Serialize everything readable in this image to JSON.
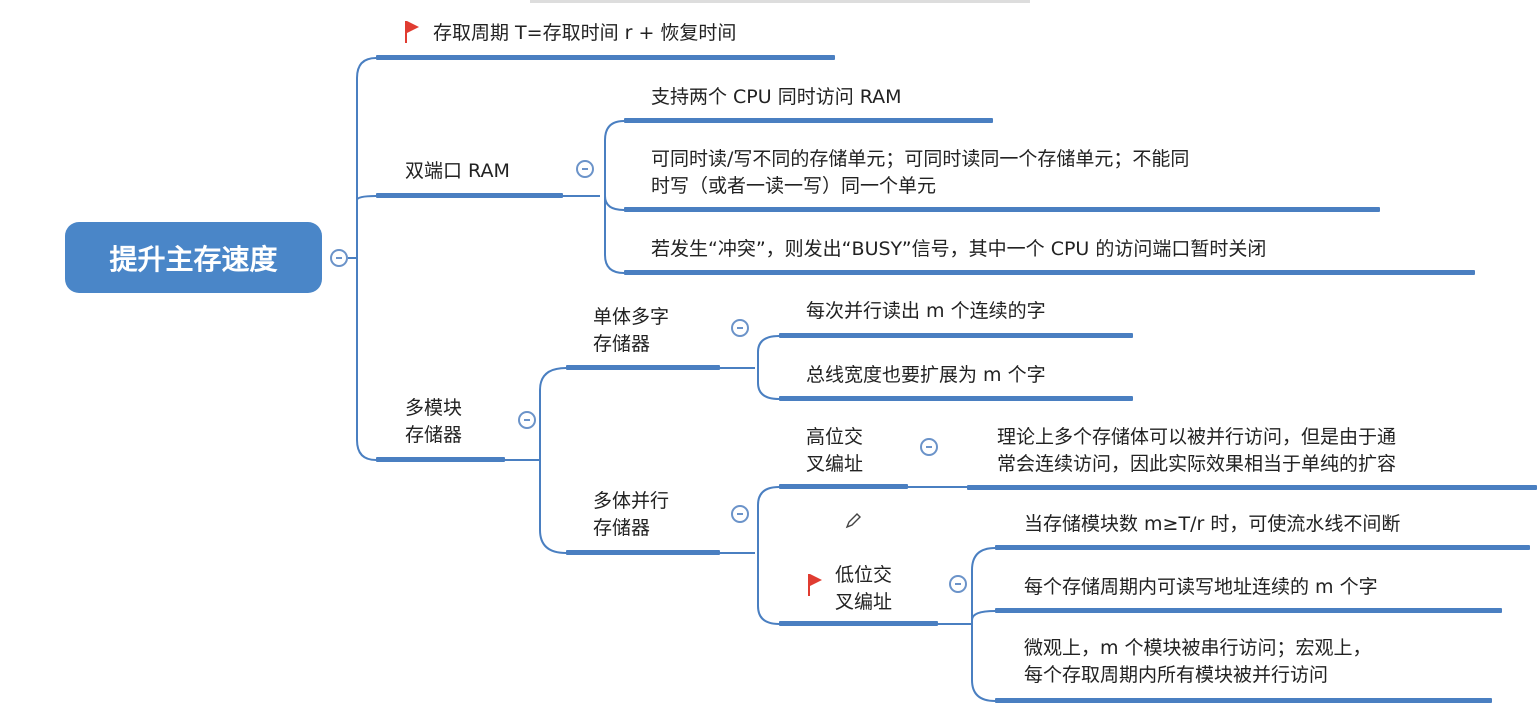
{
  "root": {
    "label": "提升主存速度"
  },
  "nodes": {
    "access_cycle": "存取周期 T=存取时间 r + 恢复时间",
    "dual_port": "双端口 RAM",
    "dual_port_children": [
      "支持两个 CPU 同时访问 RAM",
      "可同时读/写不同的存储单元；可同时读同一个存储单元；不能同\n时写（或者一读一写）同一个单元",
      "若发生“冲突”，则发出“BUSY”信号，其中一个 CPU 的访问端口暂时关闭"
    ],
    "multi_module": "多模块\n存储器",
    "single_multi_word": "单体多字\n存储器",
    "single_multi_word_children": [
      "每次并行读出 m 个连续的字",
      "总线宽度也要扩展为 m 个字"
    ],
    "multi_bank_parallel": "多体并行\n存储器",
    "high_interleave": "高位交\n叉编址",
    "high_interleave_child": "理论上多个存储体可以被并行访问，但是由于通\n常会连续访问，因此实际效果相当于单纯的扩容",
    "low_interleave": "低位交\n叉编址",
    "low_interleave_children": [
      "当存储模块数 m≥T/r 时，可使流水线不间断",
      "每个存储周期内可读写地址连续的 m 个字",
      "微观上，m 个模块被串行访问；宏观上，\n每个存取周期内所有模块被并行访问"
    ]
  },
  "colors": {
    "accent": "#4a7fc1",
    "root_bg": "#4a86c8",
    "flag": "#e03c31"
  }
}
